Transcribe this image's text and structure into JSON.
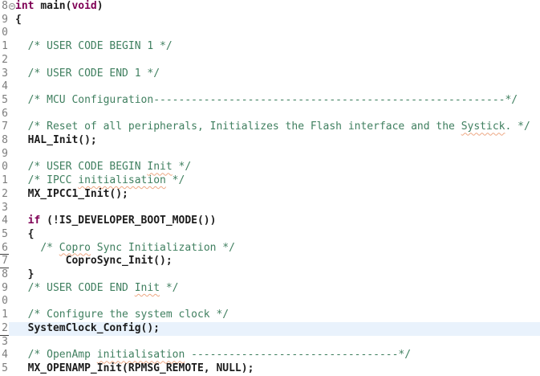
{
  "app": {
    "title": "C code editor - main.c",
    "language": "C"
  },
  "style": {
    "background": "#ffffff",
    "current_line_bg": "#e9f2fc",
    "keyword_color": "#7f0055",
    "code_color": "#1c1c1c",
    "comment_color": "#3f7f5f",
    "line_number_color": "#7d7d7d",
    "spell_underline_color": "#eda884",
    "changed_line_underline_color": "#3c3c3c"
  },
  "icons": {
    "fold_marker": "collapse-minus-icon"
  },
  "lines": [
    {
      "n": "8",
      "f": true,
      "s": [
        {
          "t": "int",
          "c": "k"
        },
        {
          "t": " ",
          "c": "c"
        },
        {
          "t": "main",
          "c": "c"
        },
        {
          "t": "(",
          "c": "c"
        },
        {
          "t": "void",
          "c": "k"
        },
        {
          "t": ")",
          "c": "c"
        }
      ]
    },
    {
      "n": "9",
      "s": [
        {
          "t": "{",
          "c": "c"
        }
      ]
    },
    {
      "n": "0",
      "s": []
    },
    {
      "n": "1",
      "s": [
        {
          "t": "  ",
          "c": "c"
        },
        {
          "t": "/* USER CODE BEGIN 1 */",
          "c": "m"
        }
      ]
    },
    {
      "n": "2",
      "s": []
    },
    {
      "n": "3",
      "s": [
        {
          "t": "  ",
          "c": "c"
        },
        {
          "t": "/* USER CODE END 1 */",
          "c": "m"
        }
      ]
    },
    {
      "n": "4",
      "s": []
    },
    {
      "n": "5",
      "s": [
        {
          "t": "  ",
          "c": "c"
        },
        {
          "t": "/* MCU Configuration--------------------------------------------------------*/",
          "c": "m"
        }
      ]
    },
    {
      "n": "6",
      "s": []
    },
    {
      "n": "7",
      "s": [
        {
          "t": "  ",
          "c": "c"
        },
        {
          "t": "/* Reset of all peripherals, Initializes the Flash interface and the ",
          "c": "m"
        },
        {
          "t": "Systick",
          "c": "m",
          "u": true
        },
        {
          "t": ". */",
          "c": "m"
        }
      ]
    },
    {
      "n": "8",
      "s": [
        {
          "t": "  HAL_Init();",
          "c": "c"
        }
      ]
    },
    {
      "n": "9",
      "s": []
    },
    {
      "n": "0",
      "s": [
        {
          "t": "  ",
          "c": "c"
        },
        {
          "t": "/* USER CODE BEGIN ",
          "c": "m"
        },
        {
          "t": "Init",
          "c": "m",
          "u": true
        },
        {
          "t": " */",
          "c": "m"
        }
      ]
    },
    {
      "n": "1",
      "s": [
        {
          "t": "  ",
          "c": "c"
        },
        {
          "t": "/* IPCC ",
          "c": "m"
        },
        {
          "t": "initialisation",
          "c": "m",
          "u": true
        },
        {
          "t": " */",
          "c": "m"
        }
      ]
    },
    {
      "n": "2",
      "s": [
        {
          "t": "  MX_IPCC1_Init();",
          "c": "c"
        }
      ]
    },
    {
      "n": "3",
      "s": []
    },
    {
      "n": "4",
      "s": [
        {
          "t": "  ",
          "c": "c"
        },
        {
          "t": "if",
          "c": "k"
        },
        {
          "t": " (!IS_DEVELOPER_BOOT_MODE())",
          "c": "c"
        }
      ]
    },
    {
      "n": "5",
      "s": [
        {
          "t": "  {",
          "c": "c"
        }
      ]
    },
    {
      "n": "6",
      "ul": true,
      "s": [
        {
          "t": "    ",
          "c": "c"
        },
        {
          "t": "/* ",
          "c": "m"
        },
        {
          "t": "Copro",
          "c": "m",
          "u": true
        },
        {
          "t": " Sync Initialization */",
          "c": "m"
        }
      ]
    },
    {
      "n": "7",
      "ul": true,
      "s": [
        {
          "t": "        CoproSync_Init();",
          "c": "c"
        }
      ]
    },
    {
      "n": "8",
      "s": [
        {
          "t": "  }",
          "c": "c"
        }
      ]
    },
    {
      "n": "9",
      "s": [
        {
          "t": "  ",
          "c": "c"
        },
        {
          "t": "/* USER CODE END ",
          "c": "m"
        },
        {
          "t": "Init",
          "c": "m",
          "u": true
        },
        {
          "t": " */",
          "c": "m"
        }
      ]
    },
    {
      "n": "0",
      "s": []
    },
    {
      "n": "1",
      "s": [
        {
          "t": "  ",
          "c": "c"
        },
        {
          "t": "/* Configure the system clock */",
          "c": "m"
        }
      ]
    },
    {
      "n": "2",
      "ul": true,
      "cur": true,
      "s": [
        {
          "t": "  SystemClock_Config();",
          "c": "c"
        }
      ]
    },
    {
      "n": "3",
      "s": []
    },
    {
      "n": "4",
      "s": [
        {
          "t": "  ",
          "c": "c"
        },
        {
          "t": "/* OpenAmp ",
          "c": "m"
        },
        {
          "t": "initialisation",
          "c": "m",
          "u": true
        },
        {
          "t": " ---------------------------------*/",
          "c": "m"
        }
      ]
    },
    {
      "n": "5",
      "s": [
        {
          "t": "  MX_OPENAMP_Init(RPMSG_REMOTE, NULL);",
          "c": "c"
        }
      ]
    }
  ]
}
